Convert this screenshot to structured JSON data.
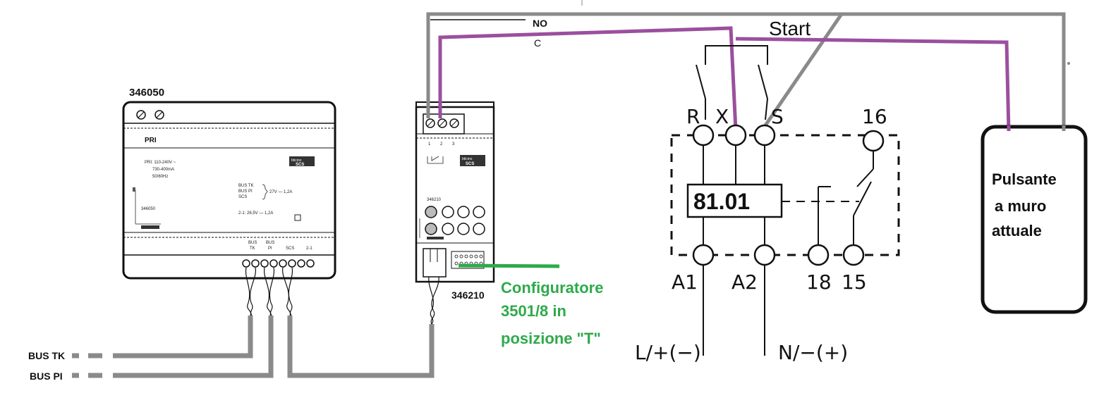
{
  "power_supply": {
    "model": "346050",
    "name": "PRI",
    "spec_line1": "PRI: 110-240V ~",
    "spec_line2": "730-400mA",
    "spec_line3": "50/60Hz",
    "bus_tk": "BUS TK",
    "bus_pi": "BUS PI",
    "scs": "SCS",
    "bus_rating": "27V — 1,2A",
    "out_rating": "2-1: 26,5V — 1,2A",
    "model_small": "346050",
    "term_bus_top": "BUS",
    "term_tk": "TK",
    "term_bus_top2": "BUS",
    "term_pi": "PI",
    "term_scs": "SCS",
    "term_21": "2-1",
    "brand": "bticino",
    "brand_scs": "SCS"
  },
  "actuator": {
    "model": "346210",
    "model_small": "346210",
    "t1": "1",
    "t2": "2",
    "t3": "3",
    "brand": "bticino",
    "brand_scs": "SCS",
    "contact_no": "NO",
    "contact_c": "C"
  },
  "bus_labels": {
    "bus_tk": "BUS TK",
    "bus_pi": "BUS PI"
  },
  "configurator_note": {
    "line1": "Configuratore",
    "line2": "3501/8 in",
    "line3": "posizione \"T\""
  },
  "relay": {
    "start": "Start",
    "model": "81.01",
    "r": "R",
    "x": "X",
    "s": "S",
    "t16": "16",
    "a1": "A1",
    "a2": "A2",
    "t18": "18",
    "t15": "15",
    "supply_l": "L/+(−)",
    "supply_n": "N/−(+)"
  },
  "wall_button": {
    "line1": "Pulsante",
    "line2": "a muro",
    "line3": "attuale"
  },
  "colors": {
    "gray_wire": "#8a8a8a",
    "purple_wire": "#9b4f9e",
    "green_wire": "#2eaa4a",
    "green_text": "#2eaa4a"
  }
}
